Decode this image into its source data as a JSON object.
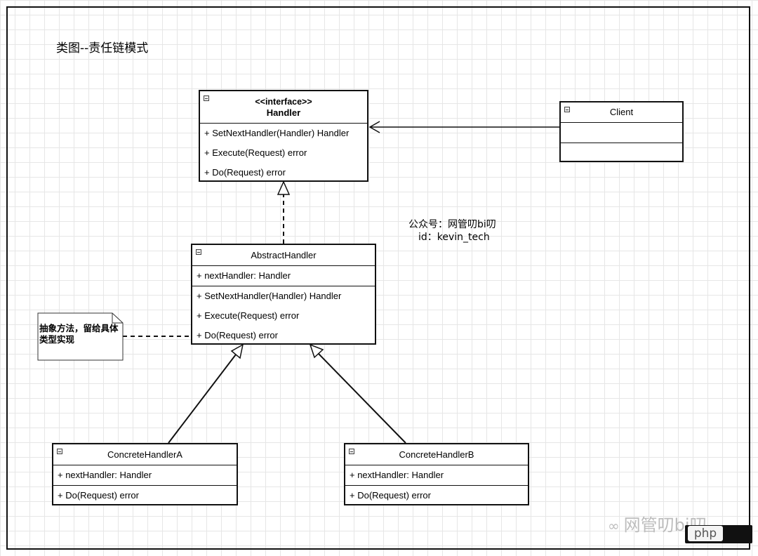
{
  "title": "类图--责任链模式",
  "handler": {
    "stereotype": "<<interface>>",
    "name": "Handler",
    "methods": [
      "+ SetNextHandler(Handler) Handler",
      "+ Execute(Request) error",
      "+ Do(Request) error"
    ]
  },
  "client": {
    "name": "Client"
  },
  "abstract_handler": {
    "name": "AbstractHandler",
    "fields": [
      "+ nextHandler: Handler"
    ],
    "methods": [
      "+ SetNextHandler(Handler) Handler",
      "+ Execute(Request) error",
      "+ Do(Request) error"
    ]
  },
  "concrete_a": {
    "name": "ConcreteHandlerA",
    "fields": [
      "+ nextHandler: Handler"
    ],
    "methods": [
      "+ Do(Request) error"
    ]
  },
  "concrete_b": {
    "name": "ConcreteHandlerB",
    "fields": [
      "+ nextHandler: Handler"
    ],
    "methods": [
      "+ Do(Request) error"
    ]
  },
  "note": {
    "text": "抽象方法，留给具体类型实现"
  },
  "info": {
    "account": "公众号：网管叨bi叨",
    "id": "id：kevin_tech"
  },
  "watermark": {
    "wechat": "网管叨bi叨",
    "php": "php"
  }
}
